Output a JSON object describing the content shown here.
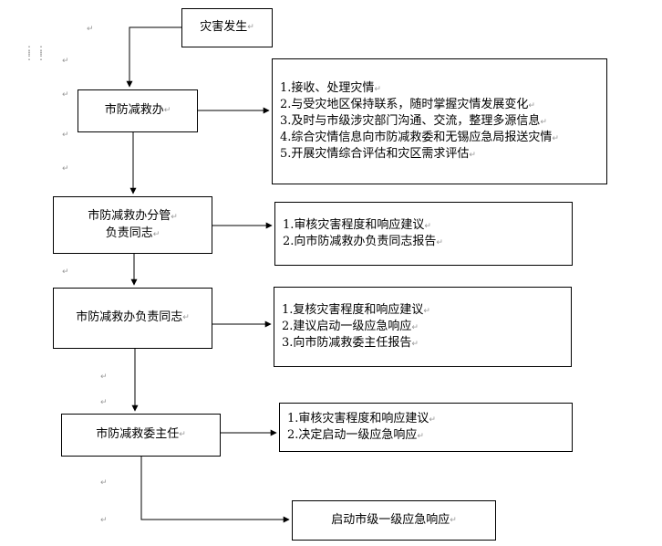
{
  "nodes": {
    "start": "灾害发生",
    "office": "市防减救办",
    "office_head": [
      "市防减救办分管",
      "负责同志"
    ],
    "office_lead": "市防减救办负责同志",
    "director": "市防减救委主任",
    "final": "启动市级一级应急响应"
  },
  "tasks": {
    "office": [
      "1.接收、处理灾情",
      "2.与受灾地区保持联系，随时掌握灾情发展变化",
      "3.及时与市级涉灾部门沟通、交流，整理多源信息",
      "4.综合灾情信息向市防减救委和无锡应急局报送灾情",
      "5.开展灾情综合评估和灾区需求评估"
    ],
    "office_head": [
      "1.审核灾害程度和响应建议",
      "2.向市防减救办负责同志报告"
    ],
    "office_lead": [
      "1.复核灾害程度和响应建议",
      "2.建议启动一级应急响应",
      "3.向市防减救委主任报告"
    ],
    "director": [
      "1.审核灾害程度和响应建议",
      "2.决定启动一级应急响应"
    ]
  },
  "paragraph_mark": "↵"
}
